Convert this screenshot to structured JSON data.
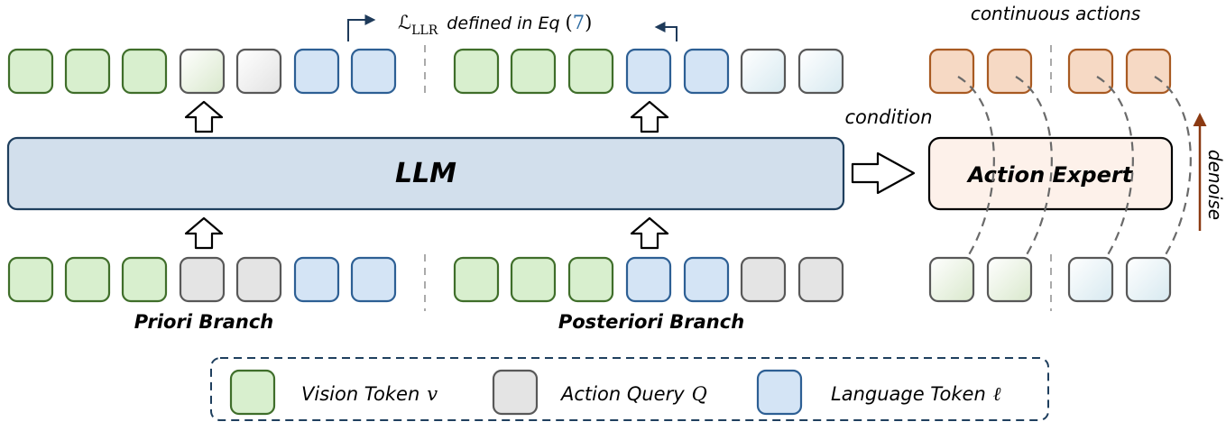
{
  "colors": {
    "vision_fill": "#d8efce",
    "vision_stroke": "#3f6e2a",
    "action_query_fill": "#e4e4e4",
    "action_query_stroke": "#585858",
    "language_fill": "#d4e4f5",
    "language_stroke": "#2d5f94",
    "continuous_fill": "#f6d9c4",
    "continuous_stroke": "#a85a22",
    "llm_fill": "#d2dfec",
    "expert_fill": "#fdf1ea",
    "denoise_arrow": "#8b3a12",
    "eq_ref": "#2c6aa0"
  },
  "top_label": {
    "script_L": "ℒ",
    "subscript": "LLR",
    "text": "defined in Eq",
    "eq_open": "(",
    "eq_ref": "7",
    "eq_close": ")"
  },
  "continuous_actions_label": "continuous actions",
  "condition_label": "condition",
  "llm_label": "LLM",
  "action_expert_label": "Action Expert",
  "denoise_label": "denoise",
  "priori_branch_label": "Priori Branch",
  "posteriori_branch_label": "Posteriori Branch",
  "token_rows": {
    "top_priori": [
      "vision",
      "vision",
      "vision",
      "faded-green",
      "faded-gray",
      "language",
      "language"
    ],
    "top_posteriori": [
      "vision",
      "vision",
      "vision",
      "language",
      "language",
      "faded-blue",
      "faded-blue"
    ],
    "bottom_priori": [
      "vision",
      "vision",
      "vision",
      "action",
      "action",
      "language",
      "language"
    ],
    "bottom_posteriori": [
      "vision",
      "vision",
      "vision",
      "language",
      "language",
      "action",
      "action"
    ]
  },
  "legend": {
    "vision_label": "Vision Token",
    "vision_symbol": "𝑣",
    "action_label": "Action Query",
    "action_symbol": "𝑄",
    "language_label": "Language Token",
    "language_symbol": "ℓ"
  }
}
